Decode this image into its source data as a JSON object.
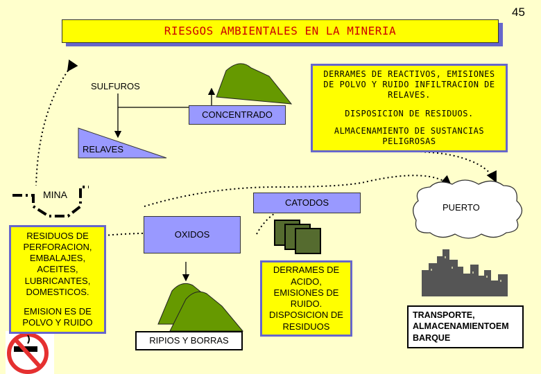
{
  "page_number": "45",
  "title": "RIESGOS AMBIENTALES EN LA MINERIA",
  "labels": {
    "sulfuros": "SULFUROS",
    "concentrado": "CONCENTRADO",
    "relaves": "RELAVES",
    "mina": "MINA",
    "catodos": "CATODOS",
    "puerto": "PUERTO",
    "oxidos": "OXIDOS",
    "ripios": "RIPIOS Y BORRAS"
  },
  "risk_top_1": "DERRAMES DE REACTIVOS, EMISIONES DE POLVO Y RUIDO INFILTRACION DE RELAVES.",
  "risk_top_2": "DISPOSICION DE RESIDUOS.",
  "risk_top_3": "ALMACENAMIENTO DE SUSTANCIAS PELIGROSAS",
  "residuos": "RESIDUOS DE PERFORACION, EMBALAJES, ACEITES, LUBRICANTES, DOMESTICOS.",
  "emision": "EMISION ES DE POLVO Y RUIDO",
  "derrames_acido": "DERRAMES DE ACIDO, EMISIONES DE RUIDO. DISPOSICION DE RESIDUOS",
  "transporte": "TRANSPORTE, ALMACENAMIENTOEM BARQUE",
  "colors": {
    "background": "#FFFFCC",
    "title_text": "#CC0000",
    "blue_box": "#9999FF",
    "yellow_box": "#FFFF00",
    "ore_green": "#669900",
    "cathode_green": "#556B2F"
  },
  "icons": [
    "ore-pile-icon",
    "cathode-stack-icon",
    "city-skyline-icon",
    "no-smoking-icon"
  ]
}
